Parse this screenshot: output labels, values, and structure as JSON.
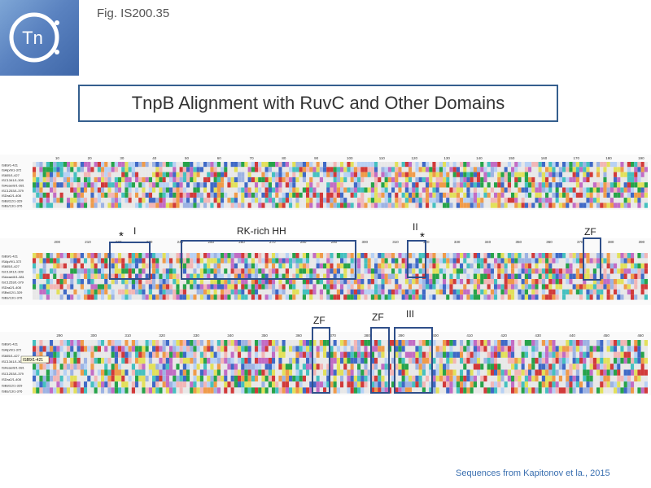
{
  "figure_label": "Fig. IS200.35",
  "logo": {
    "text": "Tn"
  },
  "title": "TnpB Alignment with RuvC and Other Domains",
  "panel1": {
    "ruler": [
      "10",
      "20",
      "30",
      "40",
      "50",
      "60",
      "70",
      "80",
      "90",
      "100",
      "110",
      "120",
      "130",
      "140",
      "150",
      "160",
      "170",
      "180",
      "190"
    ],
    "sequences": [
      "ISB9/1-421",
      "ISAlp/9/1-372",
      "IS605/1-427",
      "ISC1341/1-309",
      "ISAeae/8/1-381",
      "ISC1253/1-379",
      "ISDra2/1-408",
      "ISBst12/1-329",
      "ISBs/13/1-376"
    ]
  },
  "panel2": {
    "ruler": [
      "200",
      "210",
      "220",
      "230",
      "240",
      "250",
      "260",
      "270",
      "280",
      "290",
      "300",
      "310",
      "320",
      "330",
      "340",
      "350",
      "360",
      "370",
      "380",
      "390"
    ],
    "sequences": [
      "ISB9/1-421",
      "ISAlp/9/1-372",
      "IS605/1-427",
      "ISC1341/1-309",
      "ISAeae/8/1-381",
      "ISC1253/1-379",
      "ISDra2/1-408",
      "ISBst12/1-329",
      "ISBs/13/1-376"
    ],
    "labels": {
      "motif_I": "I",
      "rk_rich": "RK-rich HH",
      "motif_II": "II",
      "zf": "ZF",
      "star": "*"
    }
  },
  "panel3": {
    "ruler": [
      "290",
      "300",
      "310",
      "320",
      "330",
      "340",
      "350",
      "360",
      "370",
      "380",
      "390",
      "400",
      "410",
      "420",
      "430",
      "440",
      "450",
      "460"
    ],
    "sequences": [
      "ISB9/1-421",
      "ISAlp/9/1-372",
      "IS605/1-427",
      "ISC1341/1-309",
      "ISAeae/8/1-381",
      "ISC1253/1-379",
      "ISDra2/1-408",
      "ISBst12/1-329",
      "ISBs/13/1-376"
    ],
    "tooltip": "ISB9/1-421",
    "labels": {
      "zf1": "ZF",
      "zf2": "ZF",
      "motif_III": "III"
    }
  },
  "footer": "Sequences from Kapitonov et la., 2015",
  "colors": {
    "accent": "#355f8e",
    "footer": "#3a6fb0"
  }
}
